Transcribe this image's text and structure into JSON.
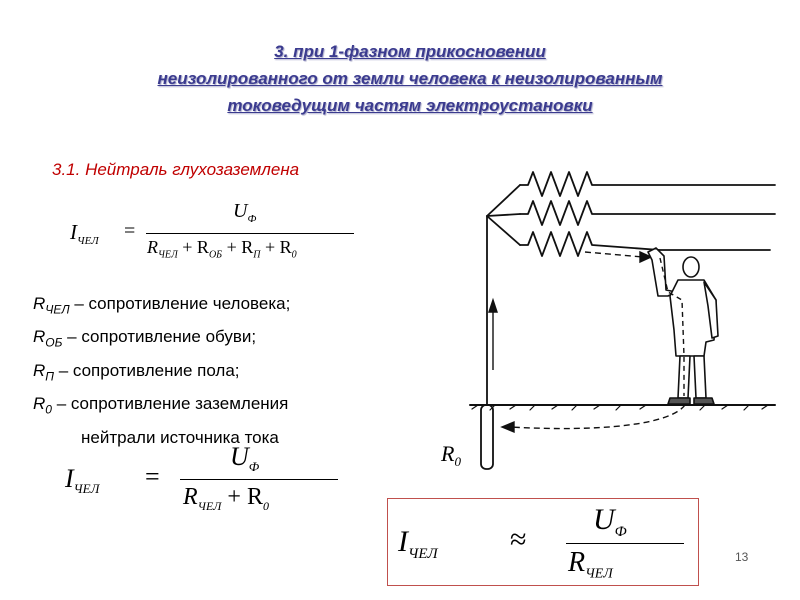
{
  "title": {
    "line1": "3. при 1-фазном прикосновении",
    "line2": "неизолированного от земли человека к неизолированным",
    "line3": "токоведущим частям электроустановки"
  },
  "subtitle": "3.1. Нейтраль глухозаземлена",
  "formula1": {
    "lhs": "I",
    "lhs_sub": "ЧЕЛ",
    "eq": "=",
    "num_main": "U",
    "num_sub": "Ф",
    "den": [
      "R",
      "ЧЕЛ",
      " + R",
      "ОБ",
      " + R",
      "П",
      " + R",
      "0"
    ]
  },
  "definitions": [
    {
      "sym": "R",
      "sub": "ЧЕЛ",
      "text": " – сопротивление человека;"
    },
    {
      "sym": "R",
      "sub": "ОБ",
      "text": " – сопротивление обуви;"
    },
    {
      "sym": "R",
      "sub": "П",
      "text": " – сопротивление пола;"
    },
    {
      "sym": "R",
      "sub": "0",
      "text": " – сопротивление заземления"
    }
  ],
  "definition_continuation": "нейтрали источника тока",
  "formula2": {
    "lhs": "I",
    "lhs_sub": "ЧЕЛ",
    "eq": "=",
    "num_main": "U",
    "num_sub": "Ф",
    "den_a": "R",
    "den_a_sub": "ЧЕЛ",
    "den_plus": " + R",
    "den_b_sub": "0"
  },
  "formula3": {
    "lhs": "I",
    "lhs_sub": "ЧЕЛ",
    "eq": "≈",
    "num_main": "U",
    "num_sub": "Ф",
    "den_a": "R",
    "den_a_sub": "ЧЕЛ"
  },
  "diagram": {
    "ground_resistor_label": "R",
    "ground_resistor_sub": "0"
  },
  "page_number": "13",
  "colors": {
    "title": "#3b3b8f",
    "subtitle": "#c00000",
    "box_border": "#c0504d"
  }
}
